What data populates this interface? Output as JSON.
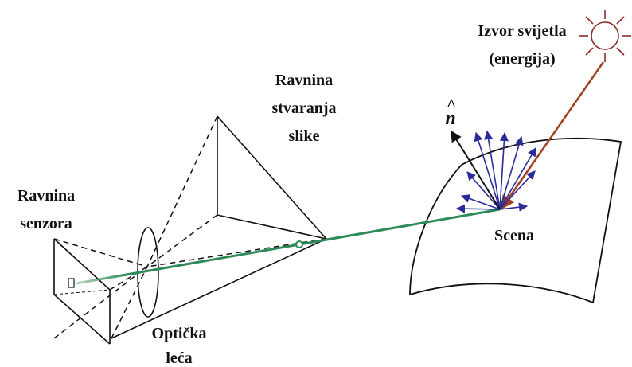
{
  "labels": {
    "light_source": [
      "Izvor svijetla",
      "(energija)"
    ],
    "image_plane": [
      "Ravnina",
      "stvaranja",
      "slike"
    ],
    "sensor_plane": [
      "Ravnina",
      "senzora"
    ],
    "lens": [
      "Optička",
      "leća"
    ],
    "scene": "Scena",
    "normal": "n",
    "normal_hat": "^"
  },
  "colors": {
    "outline": "#111111",
    "ray": "#2e8b57",
    "light_ray": "#a0401e",
    "reflect": "#2b2b9a",
    "sun": "#8c2a2a",
    "normal": "#111111"
  }
}
